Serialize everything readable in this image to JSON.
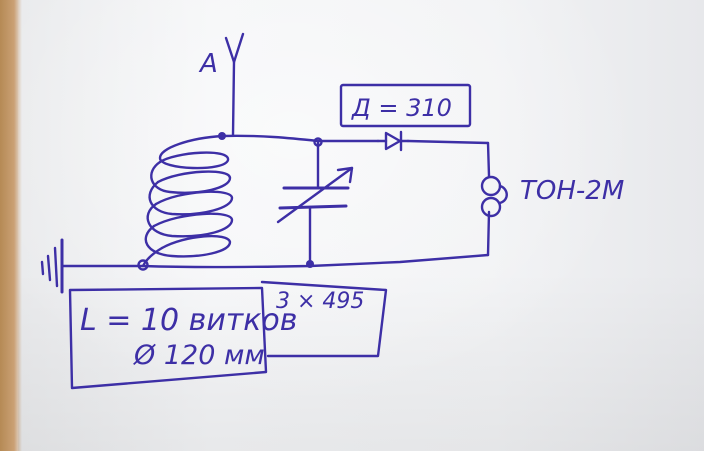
{
  "labels": {
    "antenna": "A",
    "diode": "Д = 310",
    "headphones": "ТОН-2М",
    "coil_turns": "L = 10 витков",
    "coil_diameter": "Ø 120 мм",
    "capacitor": "3 × 495"
  },
  "colors": {
    "ink": "#3d2fa6",
    "paper": "#f1f2f4"
  }
}
